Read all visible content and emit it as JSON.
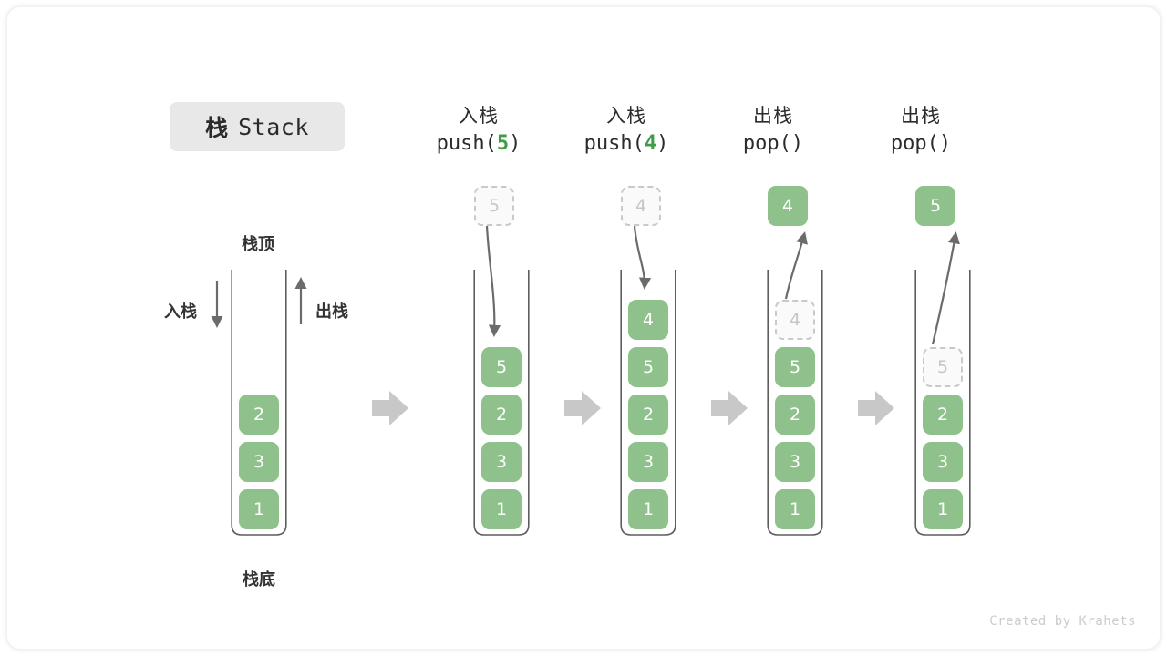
{
  "diagram": {
    "title_cjk": "栈",
    "title_latin": "Stack",
    "footer": "Created by Krahets",
    "colors": {
      "cell_fill": "#8ec18b",
      "cell_text": "#ffffff",
      "ghost_border": "#c9c9c9",
      "ghost_text": "#c6c6c6",
      "arrow_gray": "#c8c8c8",
      "stroke": "#6b6b6b",
      "badge_bg": "#e8e8e8",
      "accent_green": "#3e9e47"
    }
  },
  "legend": {
    "top_label": "栈顶",
    "bottom_label": "栈底",
    "push_label": "入栈",
    "pop_label": "出栈"
  },
  "panels": [
    {
      "id": "initial",
      "caption_cjk": "",
      "caption_code_prefix": "",
      "caption_code_arg": "",
      "caption_code_suffix": "",
      "cells": [
        {
          "value": "2",
          "state": "solid"
        },
        {
          "value": "3",
          "state": "solid"
        },
        {
          "value": "1",
          "state": "solid"
        }
      ],
      "floating": null
    },
    {
      "id": "push-5",
      "caption_cjk": "入栈",
      "caption_code_prefix": "push(",
      "caption_code_arg": "5",
      "caption_code_suffix": ")",
      "cells": [
        {
          "value": "5",
          "state": "solid"
        },
        {
          "value": "2",
          "state": "solid"
        },
        {
          "value": "3",
          "state": "solid"
        },
        {
          "value": "1",
          "state": "solid"
        }
      ],
      "floating": {
        "value": "5",
        "state": "ghost",
        "direction": "in"
      }
    },
    {
      "id": "push-4",
      "caption_cjk": "入栈",
      "caption_code_prefix": "push(",
      "caption_code_arg": "4",
      "caption_code_suffix": ")",
      "cells": [
        {
          "value": "4",
          "state": "solid"
        },
        {
          "value": "5",
          "state": "solid"
        },
        {
          "value": "2",
          "state": "solid"
        },
        {
          "value": "3",
          "state": "solid"
        },
        {
          "value": "1",
          "state": "solid"
        }
      ],
      "floating": {
        "value": "4",
        "state": "ghost",
        "direction": "in"
      }
    },
    {
      "id": "pop-1",
      "caption_cjk": "出栈",
      "caption_code_prefix": "pop(",
      "caption_code_arg": "",
      "caption_code_suffix": ")",
      "cells": [
        {
          "value": "4",
          "state": "ghost"
        },
        {
          "value": "5",
          "state": "solid"
        },
        {
          "value": "2",
          "state": "solid"
        },
        {
          "value": "3",
          "state": "solid"
        },
        {
          "value": "1",
          "state": "solid"
        }
      ],
      "floating": {
        "value": "4",
        "state": "solid",
        "direction": "out"
      }
    },
    {
      "id": "pop-2",
      "caption_cjk": "出栈",
      "caption_code_prefix": "pop(",
      "caption_code_arg": "",
      "caption_code_suffix": ")",
      "cells": [
        {
          "value": "5",
          "state": "ghost"
        },
        {
          "value": "2",
          "state": "solid"
        },
        {
          "value": "3",
          "state": "solid"
        },
        {
          "value": "1",
          "state": "solid"
        }
      ],
      "floating": {
        "value": "5",
        "state": "solid",
        "direction": "out"
      }
    }
  ]
}
